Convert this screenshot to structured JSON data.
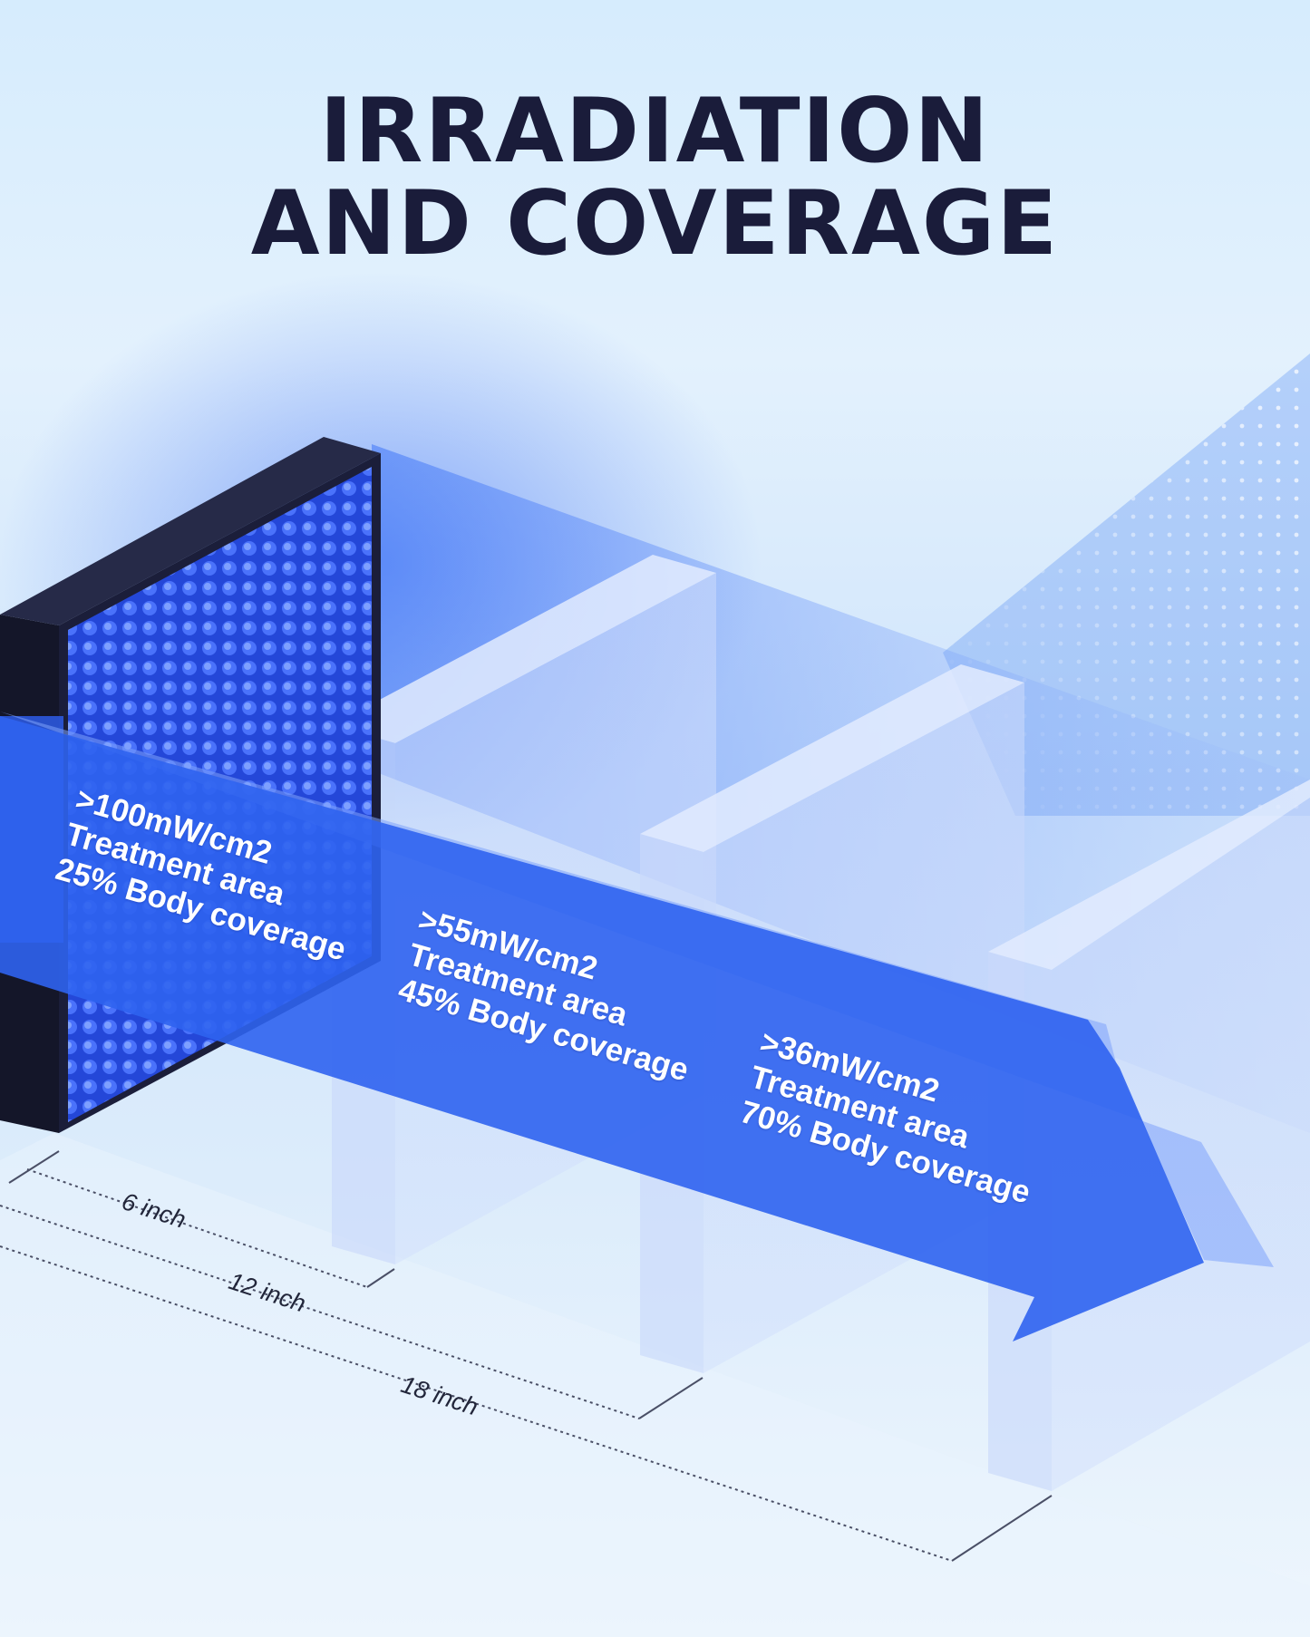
{
  "title": {
    "line1": "IRRADIATION",
    "line2": "AND COVERAGE"
  },
  "zones": [
    {
      "irradiance": ">100mW/cm2",
      "area_label": "Treatment area",
      "coverage": "25% Body coverage"
    },
    {
      "irradiance": ">55mW/cm2",
      "area_label": "Treatment area",
      "coverage": "45% Body coverage"
    },
    {
      "irradiance": ">36mW/cm2",
      "area_label": "Treatment area",
      "coverage": "70% Body coverage"
    }
  ],
  "distances": [
    "6 inch",
    "12 inch",
    "18 inch"
  ],
  "colors": {
    "title": "#1a1c3a",
    "arrow": "#2f63f0",
    "panel_body": "#1b1e3a",
    "led": "#3a5ef5",
    "pane": "#b8cdfb"
  }
}
